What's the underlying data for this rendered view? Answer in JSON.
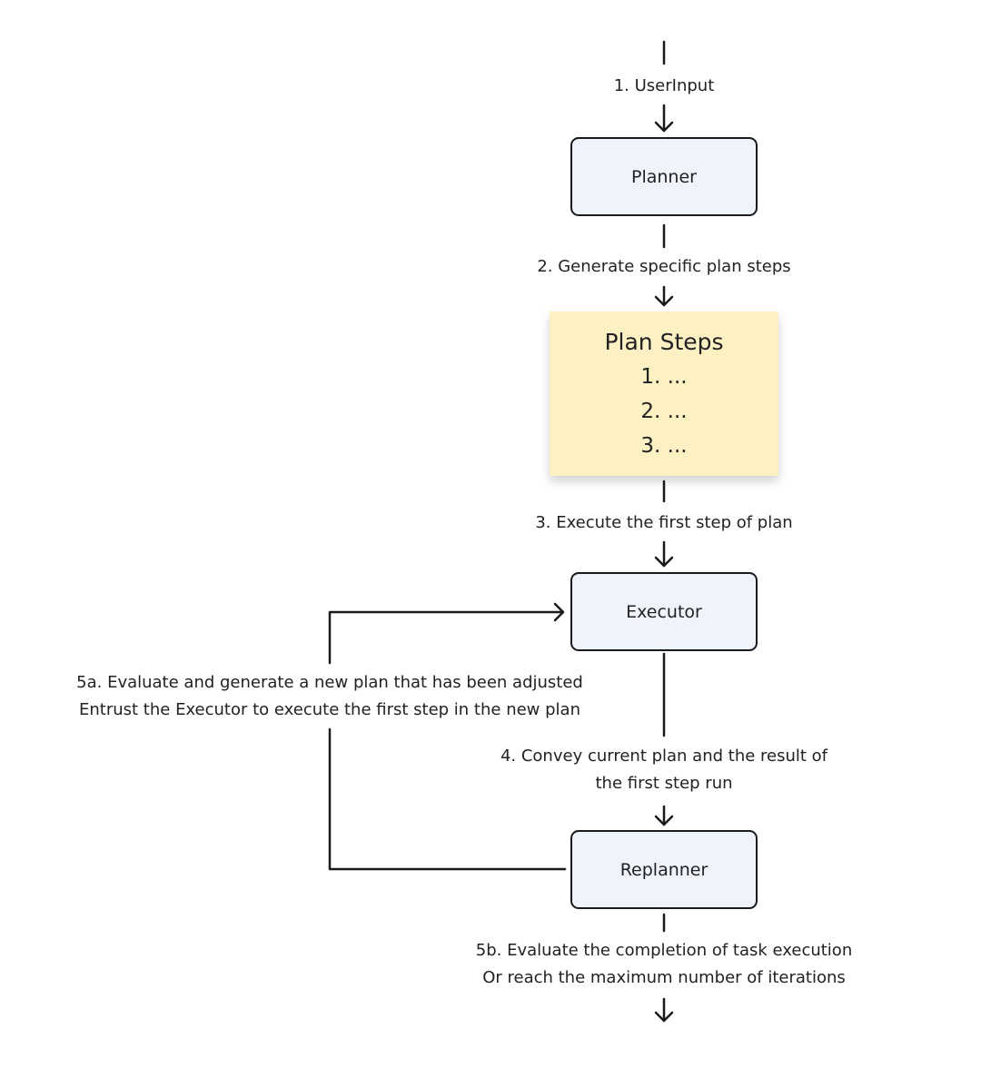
{
  "steps": {
    "user_input": "1. UserInput",
    "generate": "2. Generate specific plan steps",
    "execute": "3. Execute the first step of plan",
    "convey_line1": "4. Convey current plan and the result of",
    "convey_line2": "the first step run",
    "replan_line1": "5a. Evaluate and generate a new plan that has been adjusted",
    "replan_line2": "Entrust the Executor to execute the first step in the new plan",
    "finish_line1": "5b. Evaluate the completion of task execution",
    "finish_line2": "Or reach the maximum number of iterations"
  },
  "nodes": {
    "planner": "Planner",
    "executor": "Executor",
    "replanner": "Replanner"
  },
  "plan_note": {
    "title": "Plan Steps",
    "items": [
      "1. ...",
      "2. ...",
      "3. ..."
    ]
  },
  "colors": {
    "node_fill": "#eef3fc",
    "note_fill": "#fdf0c2",
    "stroke": "#1a1a1a"
  }
}
